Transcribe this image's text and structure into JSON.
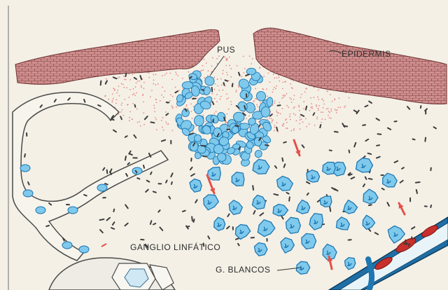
{
  "labels": {
    "pus": "PUS",
    "epidermis": "EPIDERMIS",
    "ganglio": "GANGLIO LINFÁTICO",
    "blancos": "G. BLANCOS"
  },
  "colors": {
    "paper": "#f4f0e6",
    "epidermis": "#cf8f8e",
    "dermis_dots": "#e98986",
    "cell_fill": "#7fc9ec",
    "cell_outline": "#1e77b1",
    "bacteria": "#3c3c3c",
    "arrow": "#e4504a",
    "red_cell": "#c7302d",
    "vessel": "#1f6fa6"
  },
  "icons": [
    "pus-cell-icon",
    "white-blood-cell-icon",
    "red-arrow-icon",
    "bacteria-icon"
  ]
}
